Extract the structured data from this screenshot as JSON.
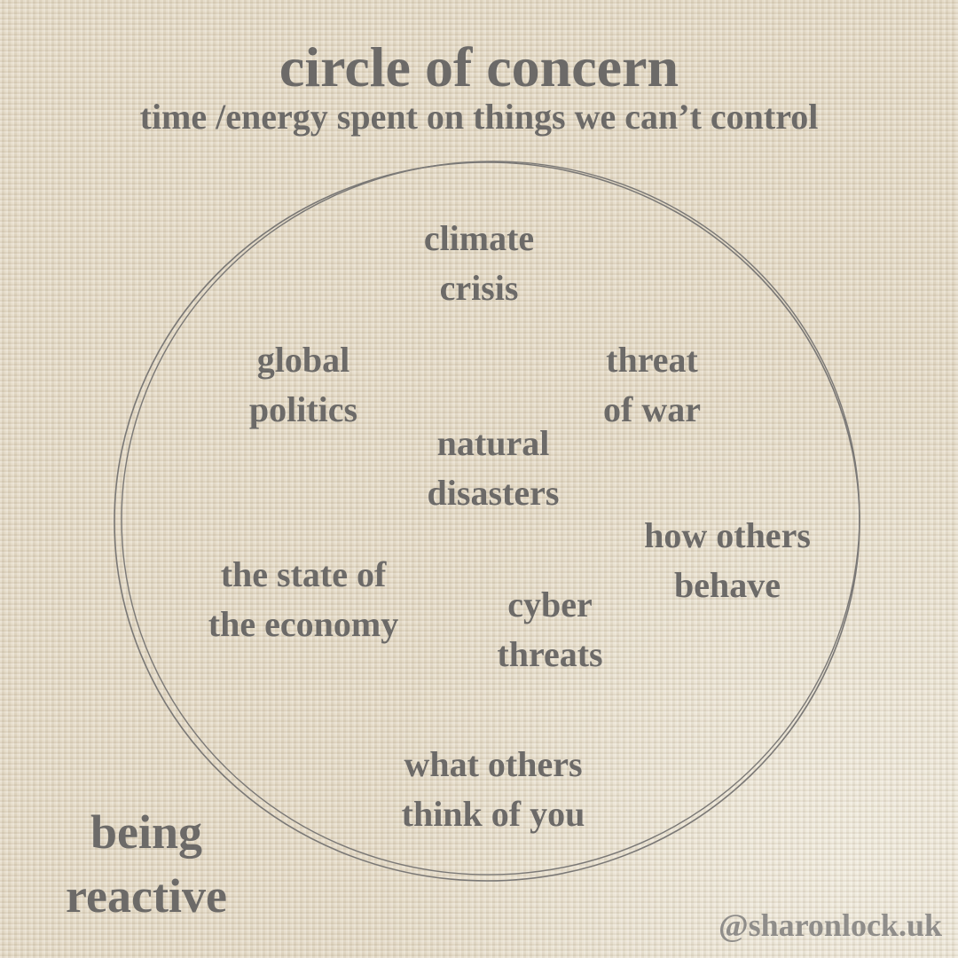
{
  "title": "circle of concern",
  "subtitle": "time /energy spent on things we can’t control",
  "concerns": [
    [
      "climate",
      "crisis"
    ],
    [
      "global",
      "politics"
    ],
    [
      "threat",
      "of war"
    ],
    [
      "natural",
      "disasters"
    ],
    [
      "how others",
      "behave"
    ],
    [
      "the state of",
      "the economy"
    ],
    [
      "cyber",
      "threats"
    ],
    [
      "what others",
      "think of you"
    ]
  ],
  "footer_label": [
    "being",
    "reactive"
  ],
  "watermark": "@sharonlock.uk",
  "colors": {
    "text": "#6c6a68",
    "background": "#e4dac5",
    "circle": "#7a7876"
  }
}
